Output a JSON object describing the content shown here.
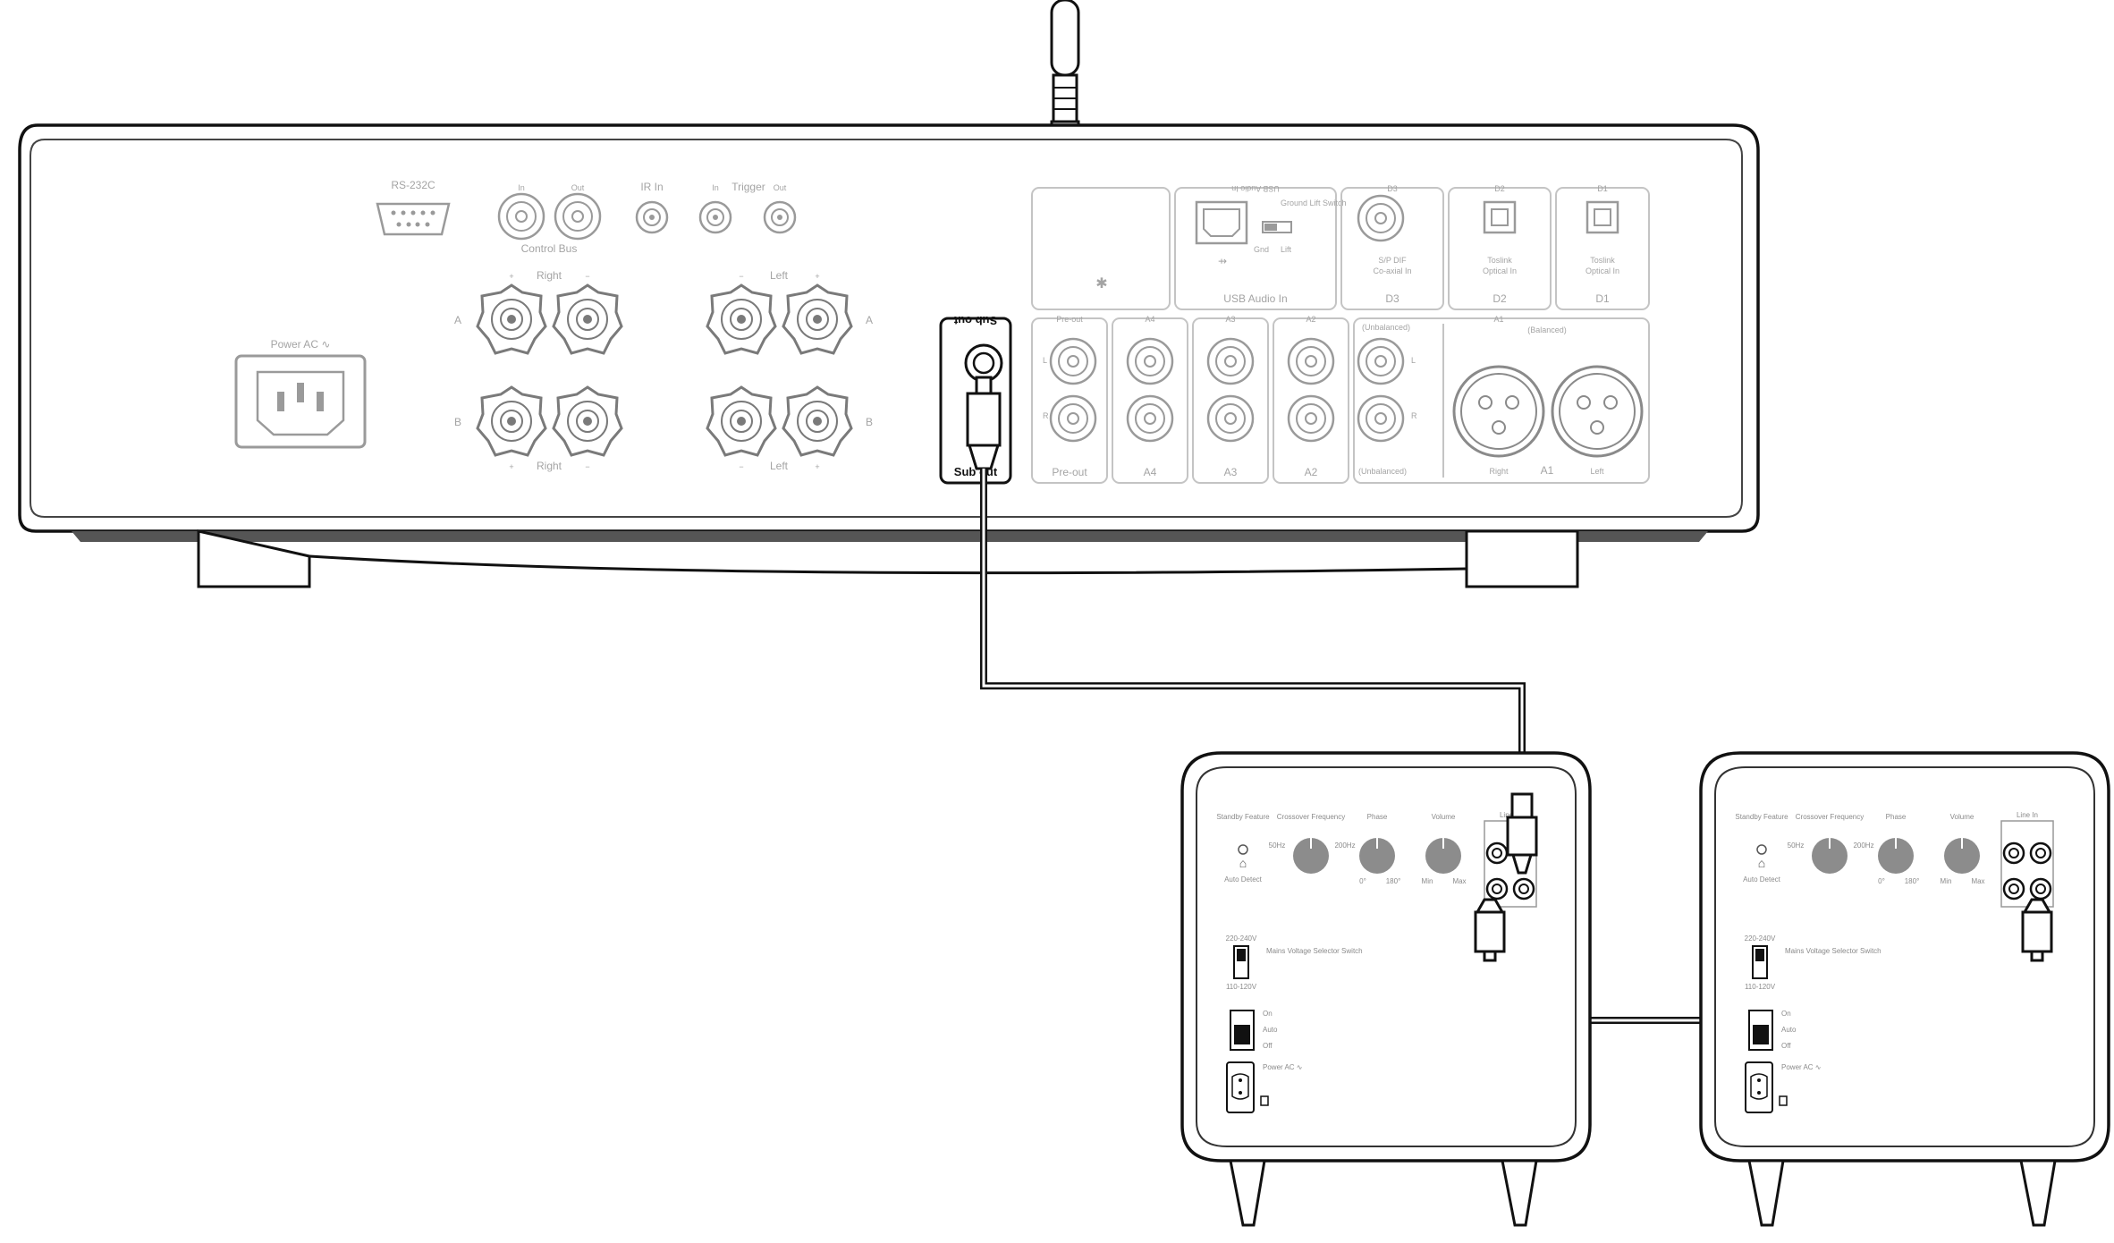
{
  "amplifier": {
    "rs232_label": "RS-232C",
    "control_bus_in": "In",
    "control_bus_out": "Out",
    "control_bus_label": "Control Bus",
    "ir_in_label": "IR In",
    "trigger_in": "In",
    "trigger_label": "Trigger",
    "trigger_out": "Out",
    "power_label": "Power AC ∿",
    "speaker_right_label": "Right",
    "speaker_left_label": "Left",
    "speaker_a": "A",
    "speaker_b": "B",
    "plus": "+",
    "minus": "−",
    "usb_title": "USB Audio In",
    "usb_header": "USB Audio In",
    "ground_lift": "Ground Lift Switch",
    "gnd": "Gnd",
    "lift": "Lift",
    "d3_header": "D3",
    "d3_label": "S/P DIF Co-axial In",
    "d3_footer": "D3",
    "d2_header": "D2",
    "d2_label": "Toslink Optical In",
    "d2_footer": "D2",
    "d1_header": "D1",
    "d1_label": "Toslink Optical In",
    "d1_footer": "D1",
    "sub_out_header": "Sub out",
    "sub_out_label": "Sub out",
    "preout_header": "Pre-out",
    "preout_label": "Pre-out",
    "a4_header": "A4",
    "a4_label": "A4",
    "a3_header": "A3",
    "a3_label": "A3",
    "a2_header": "A2",
    "a2_label": "A2",
    "unbalanced_header": "(Unbalanced)",
    "unbalanced_label": "(Unbalanced)",
    "l": "L",
    "r": "R",
    "a1_header": "A1",
    "balanced_label": "(Balanced)",
    "a1_label": "A1",
    "xlr_right": "Right",
    "xlr_left": "Left",
    "bluetooth_symbol": "✱"
  },
  "subwoofer": {
    "standby": "Standby Feature",
    "crossover": "Crossover Frequency",
    "phase": "Phase",
    "volume": "Volume",
    "line_in": "Line In",
    "freq_min": "50Hz",
    "freq_max": "200Hz",
    "phase_0": "0°",
    "phase_180": "180°",
    "vol_min": "Min",
    "vol_max": "Max",
    "auto_detect": "Auto Detect",
    "voltage": "Mains Voltage Selector Switch",
    "v230": "220-240V",
    "v115": "110-120V",
    "on": "On",
    "auto": "Auto",
    "off": "Off",
    "power": "Power AC ∿"
  }
}
